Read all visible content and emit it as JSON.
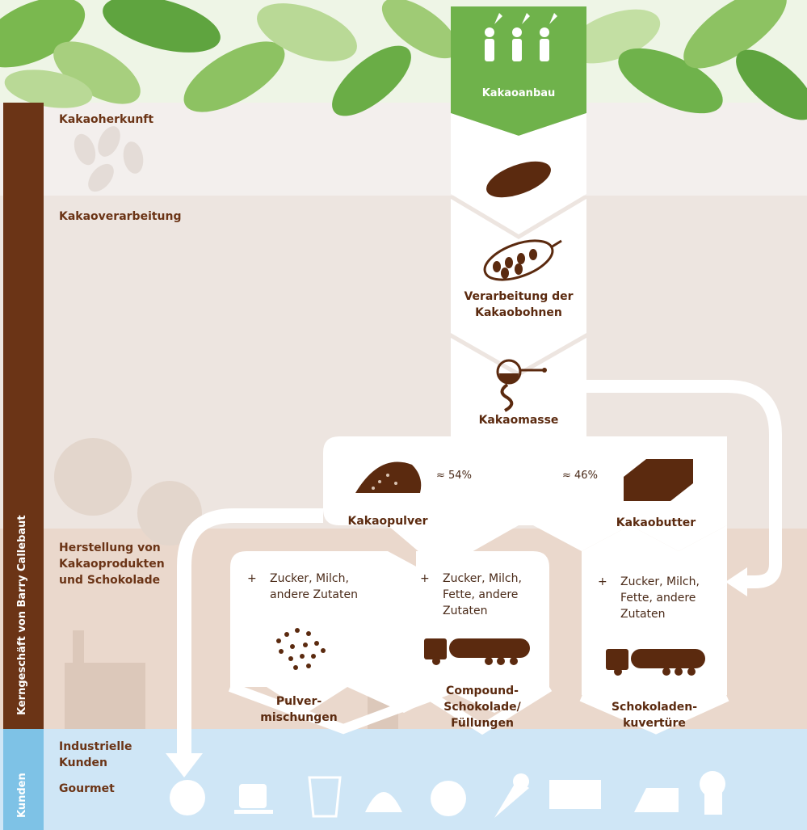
{
  "side": {
    "core_label": "Kerngeschäft von Barry Callebaut",
    "customers_label": "Kunden"
  },
  "stages": {
    "origin": "Kakaoherkunft",
    "processing": "Kakaoverarbeitung",
    "manufacturing": "Herstellung von\nKakaoprodukten\nund Schokolade",
    "industrial": "Industrielle\nKunden",
    "gourmet": "Gourmet"
  },
  "flow": {
    "farming": "Kakaoanbau",
    "bean_processing": "Verarbeitung der\nKakaobohnen",
    "liquor": "Kakaomasse",
    "powder": "Kakaopulver",
    "butter": "Kakaobutter",
    "powder_pct": "≈ 54%",
    "butter_pct": "≈ 46%"
  },
  "additions": {
    "sign": "+",
    "powder_mix": "Zucker, Milch,\nandere Zutaten",
    "compound": "Zucker, Milch,\nFette, andere\nZutaten",
    "couverture": "Zucker, Milch,\nFette, andere\nZutaten"
  },
  "products": {
    "powder_mix": "Pulver-\nmischungen",
    "compound": "Compound-\nSchokolade/\nFüllungen",
    "couverture": "Schokoladen-\nkuvertüre"
  },
  "customer_icons": [
    "cookie-icon",
    "coffee-cup-icon",
    "glass-icon",
    "croissant-icon",
    "praline-icon",
    "ice-cream-icon",
    "chocolate-bar-icon",
    "cake-icon",
    "chef-hat-icon"
  ],
  "colors": {
    "brown_dark": "#5b2a0f",
    "brown_side": "#6b3416",
    "green": "#6fb24b",
    "blue": "#cfe6f6",
    "band1": "#f3efed",
    "band2": "#ede5e0",
    "band3": "#ead8cc"
  }
}
